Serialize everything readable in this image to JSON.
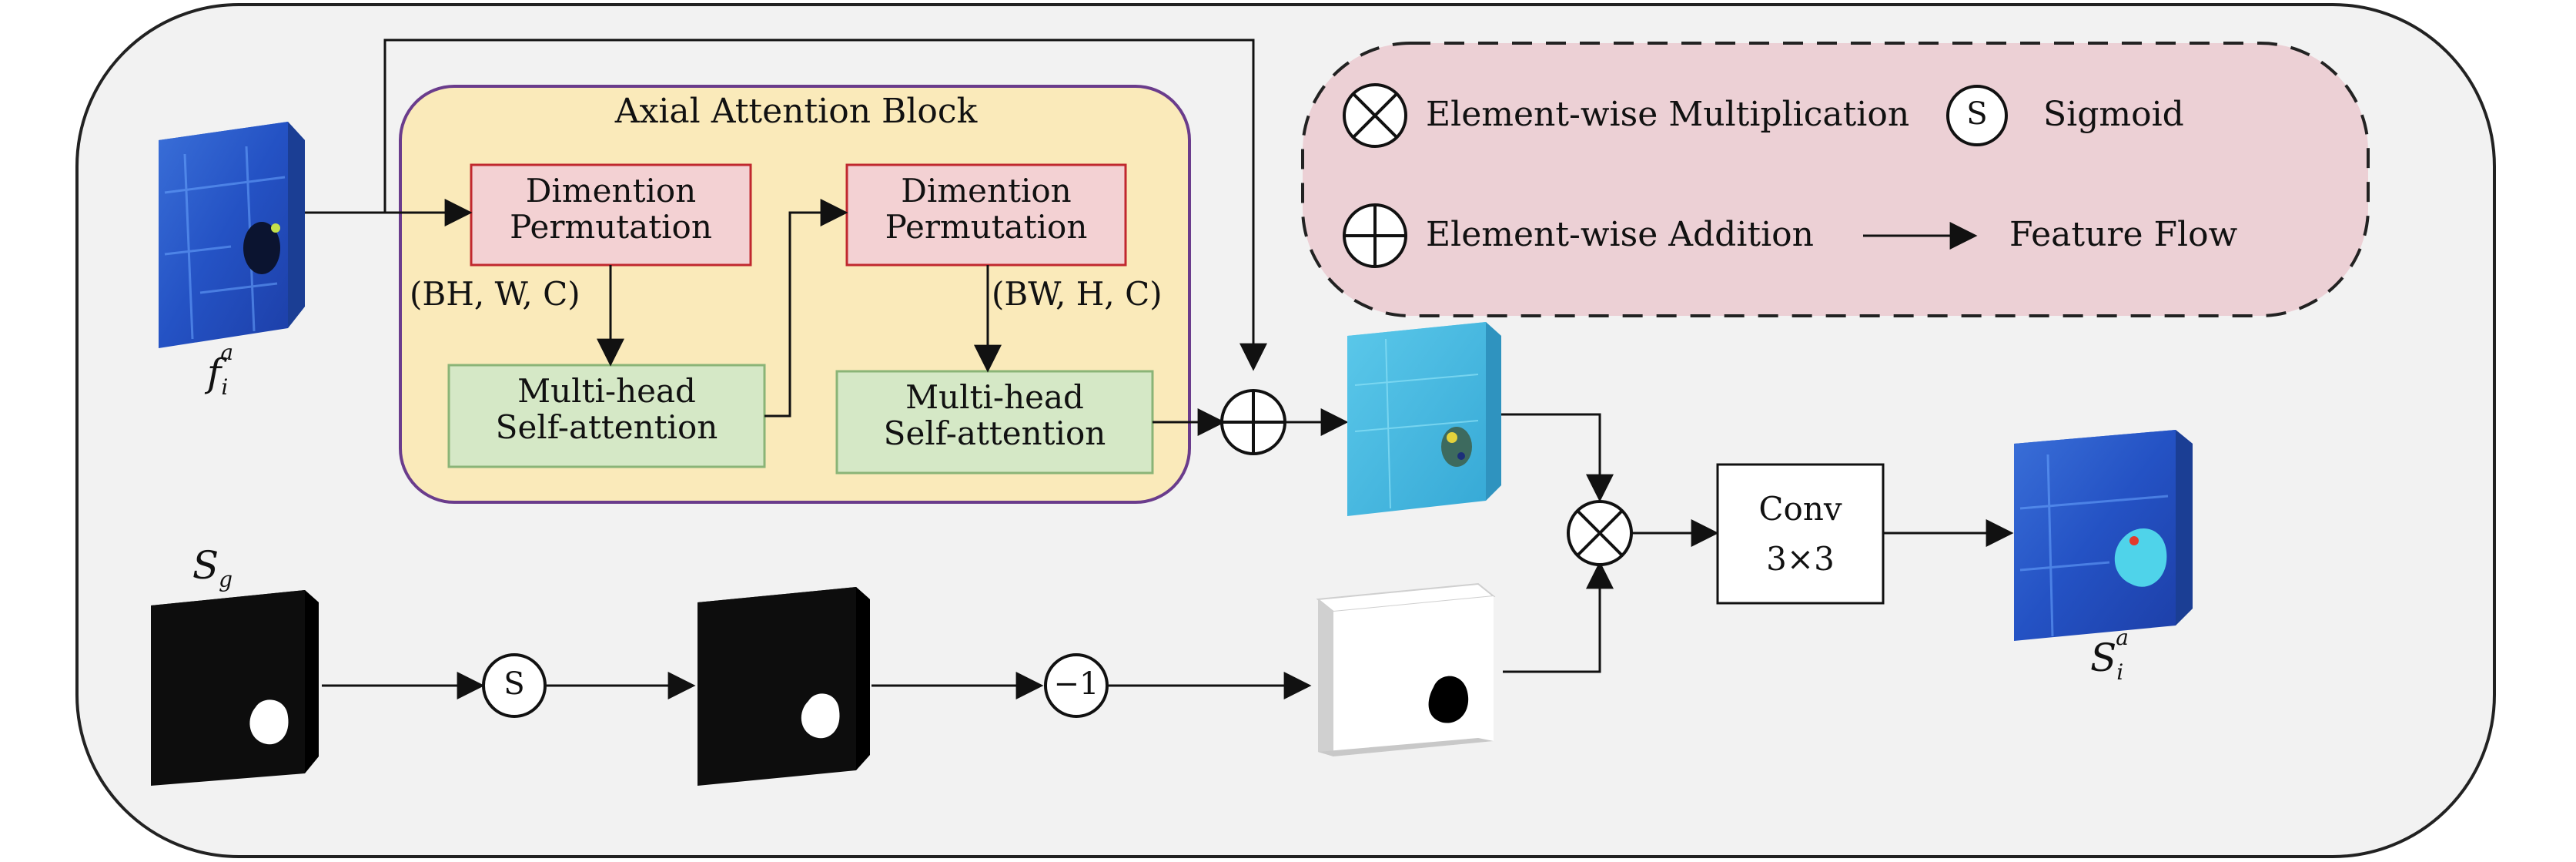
{
  "block_title": "Axial Attention Block",
  "input_label": {
    "base": "f",
    "sub": "i",
    "sup": "a"
  },
  "sg_label": {
    "base": "S",
    "sub": "g"
  },
  "output_label": {
    "base": "S",
    "sub": "i",
    "sup": "a"
  },
  "perm1": {
    "line1": "Dimention",
    "line2": "Permutation"
  },
  "perm2": {
    "line1": "Dimention",
    "line2": "Permutation"
  },
  "shape1": "(BH, W, C)",
  "shape2": "(BW, H, C)",
  "mhsa1": {
    "line1": "Multi-head",
    "line2": "Self-attention"
  },
  "mhsa2": {
    "line1": "Multi-head",
    "line2": "Self-attention"
  },
  "conv": {
    "line1": "Conv",
    "line2": "3×3"
  },
  "sigmoid_symbol": "S",
  "neg_one": "−1",
  "legend": {
    "mult": "Element-wise Multiplication",
    "sigmoid_symbol": "S",
    "sigmoid": "Sigmoid",
    "add": "Element-wise Addition",
    "flow": "Feature Flow"
  },
  "colors": {
    "panel_bg": "#f2f2f2",
    "block_bg": "#faeaba",
    "block_border": "#6a3c8c",
    "perm_fill": "#f3d1d3",
    "perm_border": "#c0282e",
    "mhsa_fill": "#d5e8c6",
    "mhsa_border": "#8ab477",
    "legend_fill": "#ecd0d5"
  }
}
